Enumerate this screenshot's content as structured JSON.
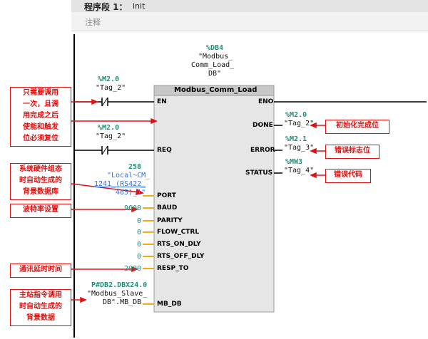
{
  "header": {
    "title": "程序段 1：",
    "network_name": "init",
    "comment": "注释"
  },
  "block": {
    "instance_db": "%DB4",
    "instance_name_line1": "\"Modbus_",
    "instance_name_line2": "Comm_Load_",
    "instance_name_line3": "DB\"",
    "name": "Modbus_Comm_Load",
    "pins_left": [
      "EN",
      "REQ",
      "PORT",
      "BAUD",
      "PARITY",
      "FLOW_CTRL",
      "RTS_ON_DLY",
      "RTS_OFF_DLY",
      "RESP_TO",
      "MB_DB"
    ],
    "pins_right": [
      "ENO",
      "DONE",
      "ERROR",
      "STATUS"
    ]
  },
  "en_contact": {
    "address": "%M2.0",
    "tag": "\"Tag_2\""
  },
  "req_contact": {
    "address": "%M2.0",
    "tag": "\"Tag_2\""
  },
  "port_param": {
    "value": "258",
    "line1": "\"Local~CM_",
    "line2": "1241_(RS422_",
    "line3": "485)_1\""
  },
  "params": {
    "baud": "9600",
    "parity": "0",
    "flow_ctrl": "0",
    "rts_on_dly": "0",
    "rts_off_dly": "0",
    "resp_to": "2000"
  },
  "mb_db_param": {
    "address": "P#DB2.DBX24.0",
    "line1": "\"Modbus_Slave_",
    "line2": "DB\".MB_DB"
  },
  "outputs": {
    "done": {
      "address": "%M2.0",
      "tag": "\"Tag_2\""
    },
    "error": {
      "address": "%M2.1",
      "tag": "\"Tag_3\""
    },
    "status": {
      "address": "%MW3",
      "tag": "\"Tag_4\""
    }
  },
  "annotations": {
    "en_note": [
      "只需要调用",
      "一次，且调",
      "用完成之后",
      "使能和触发",
      "位必须复位"
    ],
    "port_note": [
      "系统硬件组态",
      "时自动生成的",
      "背景数据库"
    ],
    "baud_note": "波特率设置",
    "resp_note": "通讯延时时间",
    "mbdb_note": [
      "主站指令调用",
      "时自动生成的",
      "背景数据"
    ],
    "done_note": "初始化完成位",
    "error_note": "错误标志位",
    "status_note": "错误代码"
  },
  "colors": {
    "annotation": "#e01010",
    "tag": "#1f8f7a",
    "link": "#3a6fd8",
    "wire_param": "#f5a623",
    "block_header": "#c8c8c8"
  }
}
